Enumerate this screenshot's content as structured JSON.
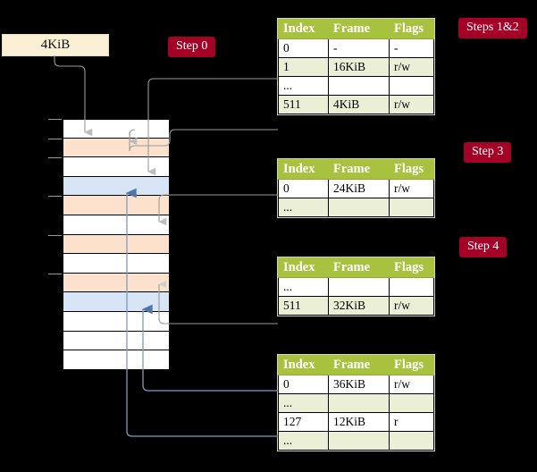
{
  "diagram": {
    "title": "multi-level-page-table-walk",
    "virtual_page": {
      "label": "4KiB"
    },
    "badges": [
      {
        "id": "step0",
        "label": "Step 0"
      },
      {
        "id": "step12",
        "label": "Steps 1&2"
      },
      {
        "id": "step3",
        "label": "Step 3"
      },
      {
        "id": "step4",
        "label": "Step 4"
      }
    ],
    "colors": {
      "badge_bg": "#A50026",
      "badge_text": "#FFFFFF",
      "table_header_bg": "#A8C23F",
      "table_alt_row_bg": "#EAEFD6",
      "highlight_bg": "#FAF59A",
      "page_table_frame": "#FCE2CD",
      "data_frame": "#D8E5F7",
      "virtual_page_bg": "#FBEFD6",
      "gray_wire": "#9a9a9a",
      "blue_wire": "#7B9BC4",
      "background": "#000000"
    },
    "memory": {
      "name": "physical-memory-column",
      "row_count": 13,
      "rows": [
        {
          "index": 0,
          "kind": "empty"
        },
        {
          "index": 1,
          "kind": "page-table"
        },
        {
          "index": 2,
          "kind": "empty"
        },
        {
          "index": 3,
          "kind": "data-frame"
        },
        {
          "index": 4,
          "kind": "page-table"
        },
        {
          "index": 5,
          "kind": "empty"
        },
        {
          "index": 6,
          "kind": "page-table"
        },
        {
          "index": 7,
          "kind": "empty"
        },
        {
          "index": 8,
          "kind": "page-table"
        },
        {
          "index": 9,
          "kind": "data-frame"
        },
        {
          "index": 10,
          "kind": "empty"
        },
        {
          "index": 11,
          "kind": "empty"
        },
        {
          "index": 12,
          "kind": "empty"
        }
      ]
    },
    "tables": [
      {
        "id": "table-level-1",
        "columns": [
          "Index",
          "Frame",
          "Flags"
        ],
        "rows": [
          {
            "cells": [
              "0",
              "-",
              "-"
            ],
            "alt": false,
            "highlight": false
          },
          {
            "cells": [
              "1",
              "16KiB",
              "r/w"
            ],
            "alt": true,
            "highlight": false
          },
          {
            "cells": [
              "...",
              "",
              ""
            ],
            "alt": false,
            "highlight": false
          },
          {
            "cells": [
              "511",
              "4KiB",
              "r/w"
            ],
            "alt": true,
            "highlight": true
          }
        ]
      },
      {
        "id": "table-level-2",
        "columns": [
          "Index",
          "Frame",
          "Flags"
        ],
        "rows": [
          {
            "cells": [
              "0",
              "24KiB",
              "r/w"
            ],
            "alt": false,
            "highlight": false
          },
          {
            "cells": [
              "...",
              "",
              ""
            ],
            "alt": true,
            "highlight": false
          }
        ]
      },
      {
        "id": "table-level-3",
        "columns": [
          "Index",
          "Frame",
          "Flags"
        ],
        "rows": [
          {
            "cells": [
              "...",
              "",
              ""
            ],
            "alt": false,
            "highlight": false
          },
          {
            "cells": [
              "511",
              "32KiB",
              "r/w"
            ],
            "alt": true,
            "highlight": false
          }
        ]
      },
      {
        "id": "table-level-4",
        "columns": [
          "Index",
          "Frame",
          "Flags"
        ],
        "rows": [
          {
            "cells": [
              "0",
              "36KiB",
              "r/w"
            ],
            "alt": false,
            "highlight": false
          },
          {
            "cells": [
              "...",
              "",
              ""
            ],
            "alt": true,
            "highlight": false
          },
          {
            "cells": [
              "127",
              "12KiB",
              "r"
            ],
            "alt": false,
            "highlight": false
          },
          {
            "cells": [
              "...",
              "",
              ""
            ],
            "alt": true,
            "highlight": false
          }
        ]
      }
    ]
  }
}
